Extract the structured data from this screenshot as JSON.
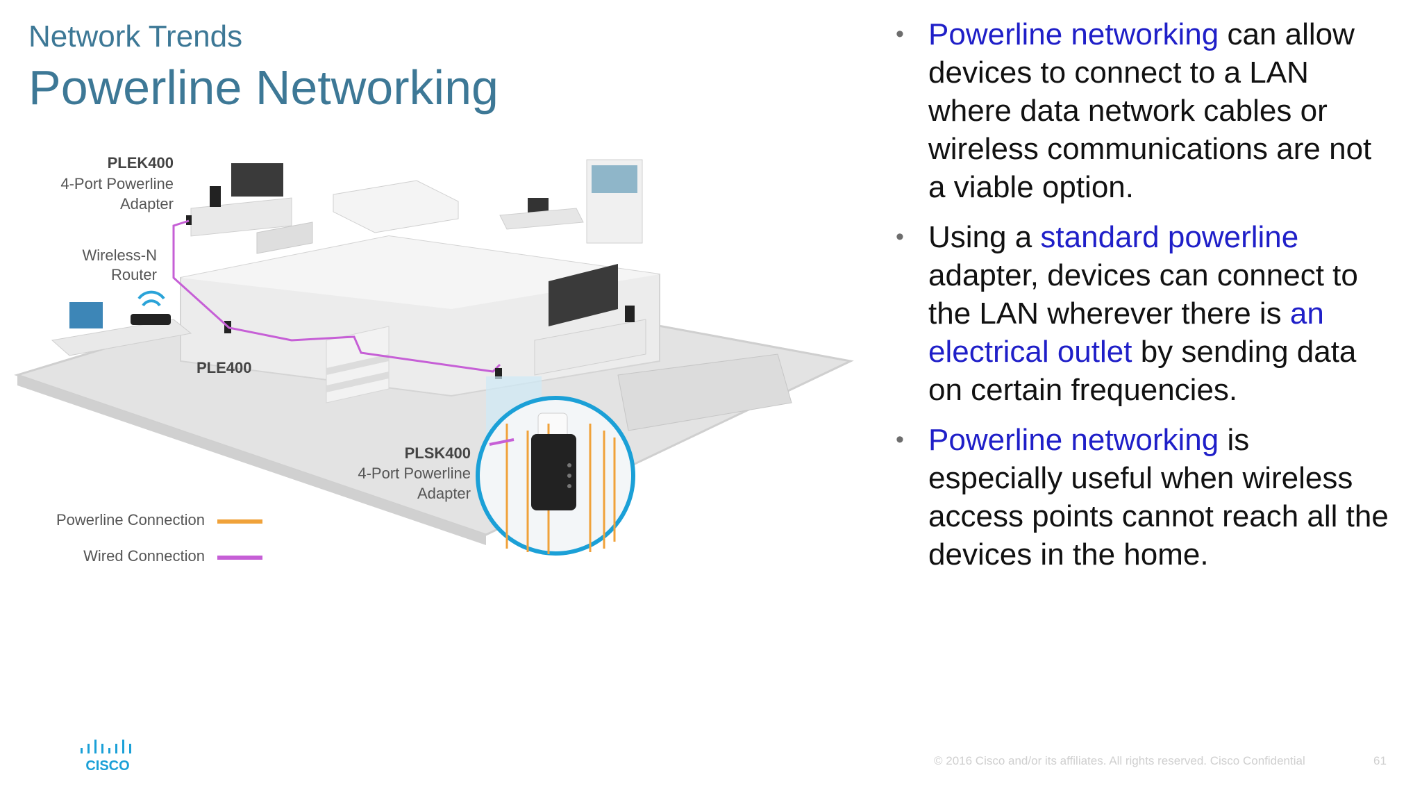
{
  "header": {
    "subtitle": "Network Trends",
    "title": "Powerline Networking"
  },
  "diagram": {
    "plek_name": "PLEK400",
    "plek_desc1": "4-Port Powerline",
    "plek_desc2": "Adapter",
    "router_l1": "Wireless-N",
    "router_l2": "Router",
    "ple_name": "PLE400",
    "plsk_name": "PLSK400",
    "plsk_desc1": "4-Port Powerline",
    "plsk_desc2": "Adapter",
    "legend_powerline": "Powerline Connection",
    "legend_wired": "Wired Connection",
    "powerline_color": "#f0a23a",
    "wired_color": "#c65fd6"
  },
  "bullets": [
    {
      "hl": "Powerline networking",
      "rest": " can allow devices to connect to a LAN where data network cables or wireless communications are not a viable option."
    },
    {
      "pre": "Using a ",
      "hl": "standard powerline",
      "mid": " adapter, devices can connect to the LAN wherever there is ",
      "hl2": "an electrical outlet",
      "post": " by sending data on certain frequencies."
    },
    {
      "hl": "Powerline networking",
      "rest": " is especially useful when wireless access points cannot reach all the devices in the home."
    }
  ],
  "footer": {
    "copyright": "© 2016  Cisco and/or its affiliates. All rights reserved.   Cisco Confidential",
    "page": "61",
    "logo_text": "CISCO"
  },
  "colors": {
    "title": "#3d7896",
    "highlight": "#1f1fc8",
    "logo": "#1ba0d7"
  }
}
